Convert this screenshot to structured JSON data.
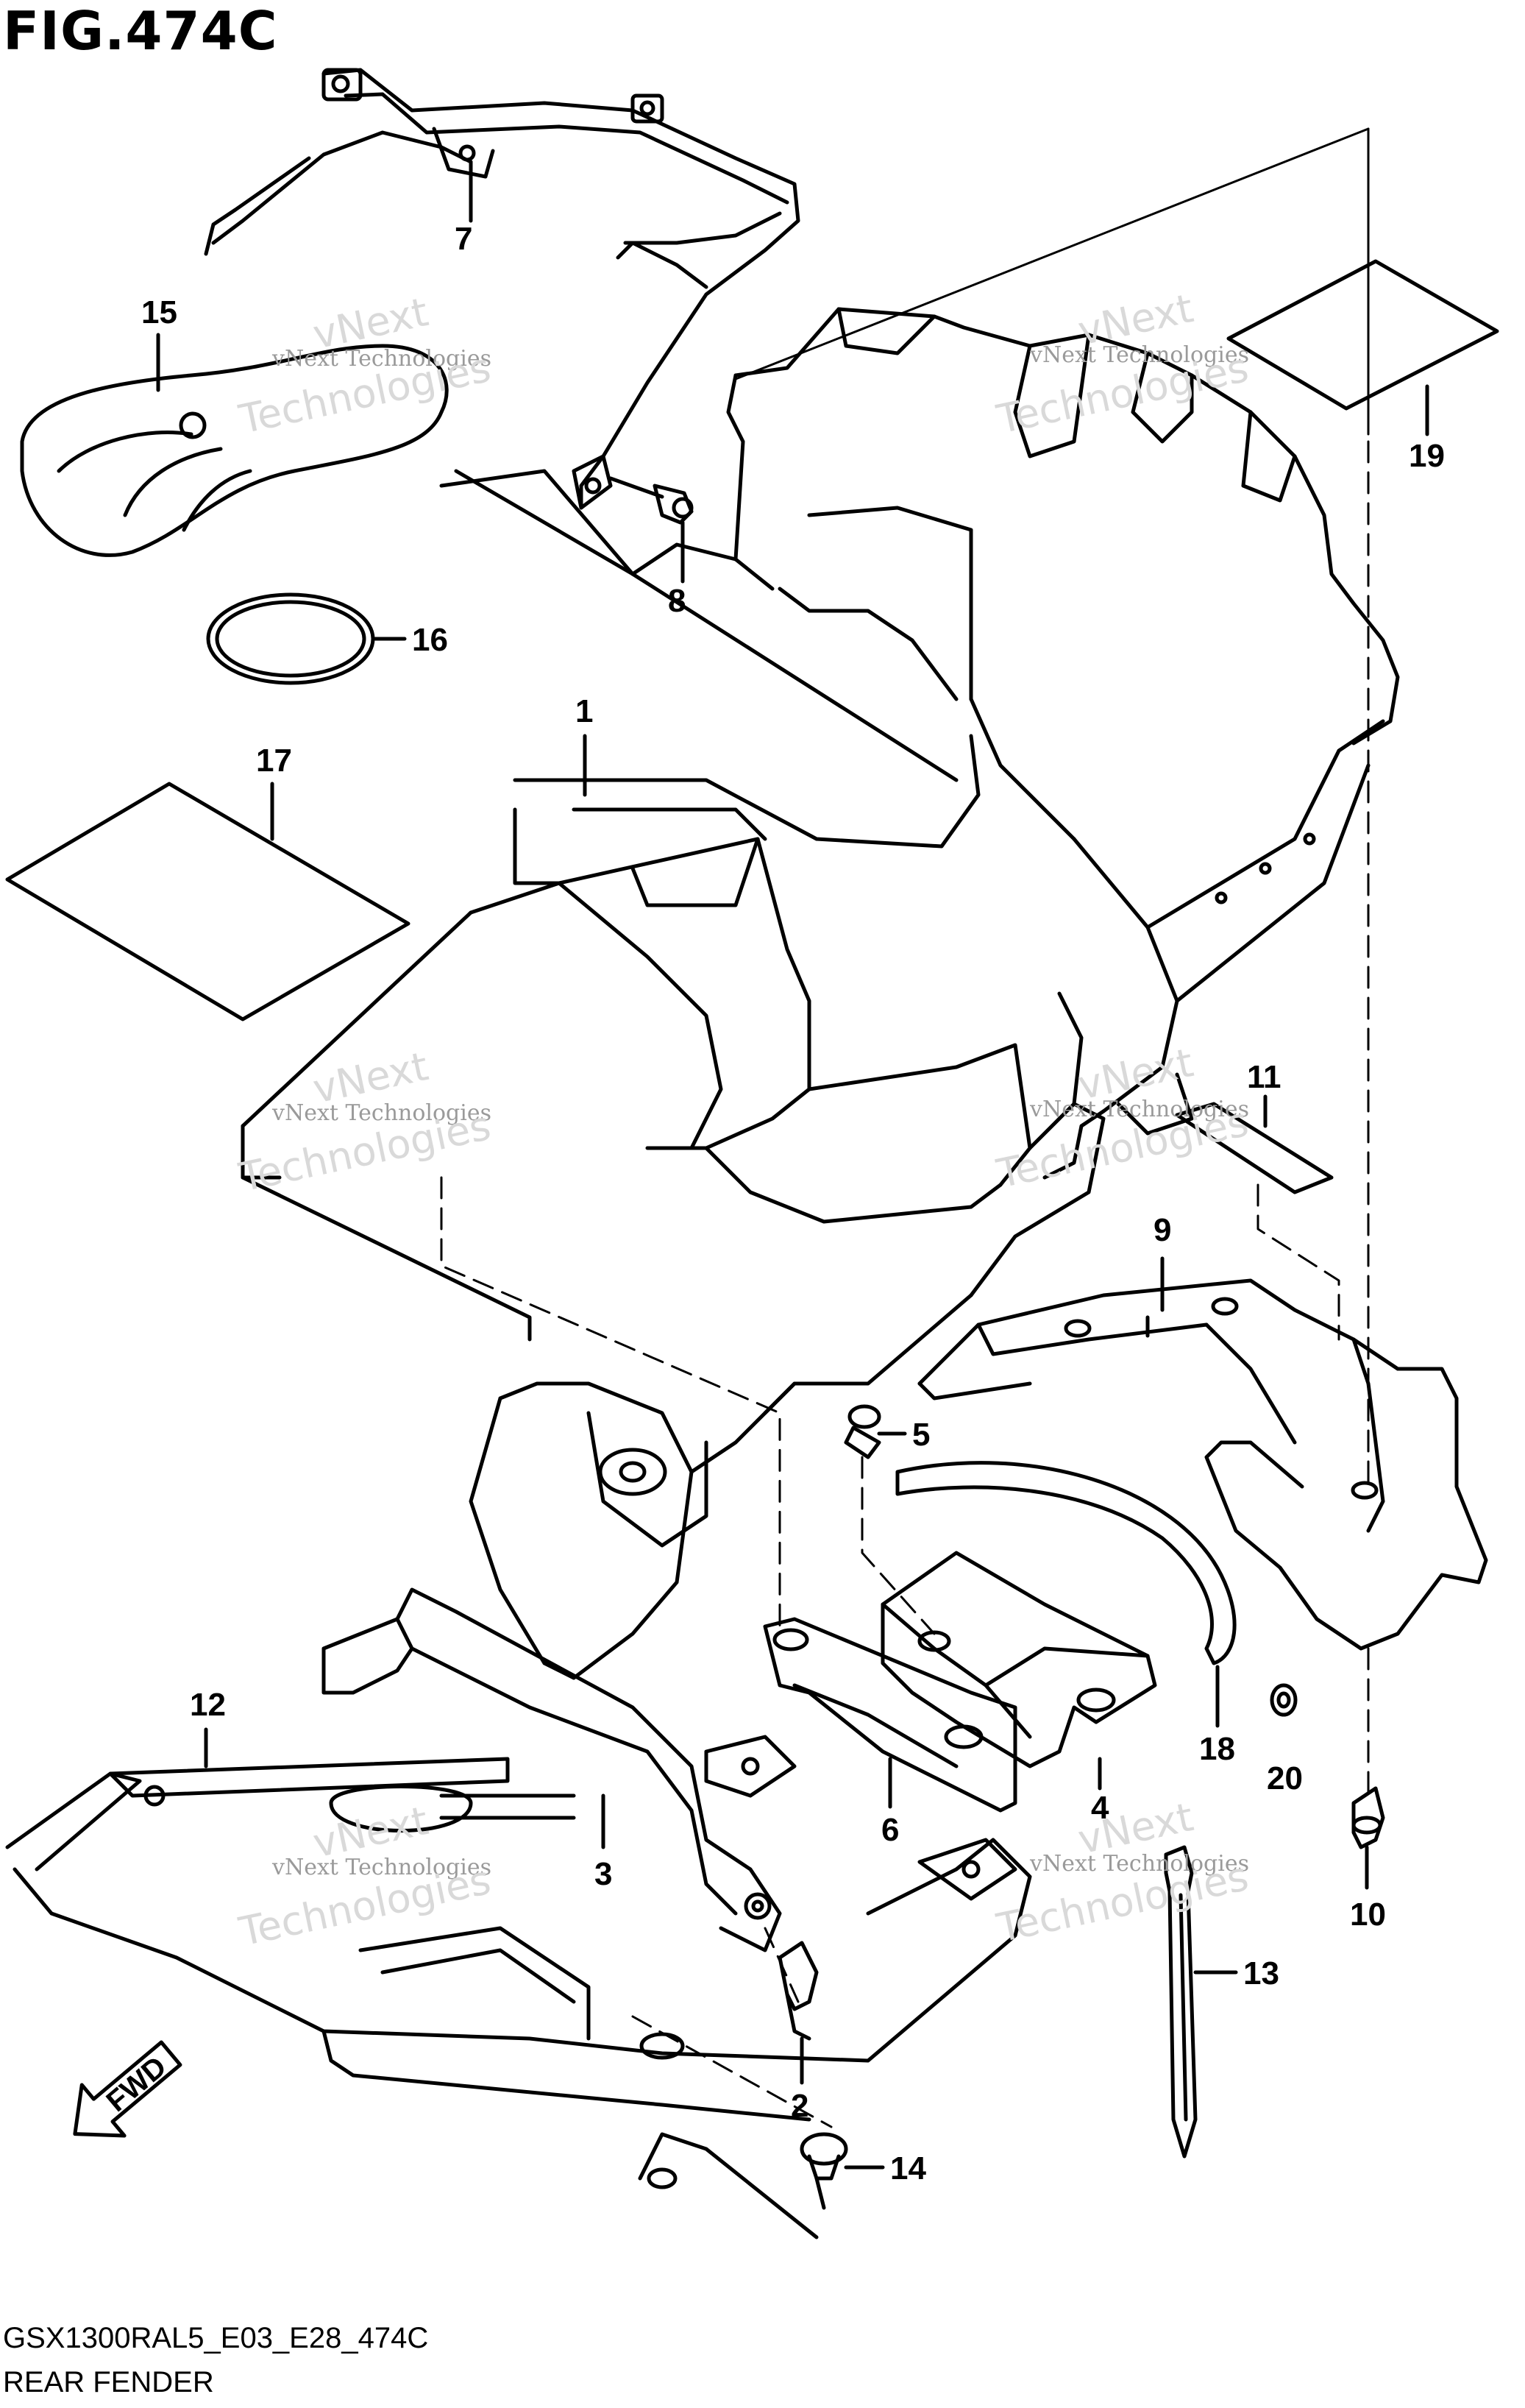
{
  "figure": {
    "title": "FIG.474C",
    "code": "GSX1300RAL5_E03_E28_474C",
    "name": "REAR FENDER"
  },
  "watermarks": {
    "line1": "vNext",
    "line2": "vNext Technologies",
    "line3": "Technologies"
  },
  "direction_badge": {
    "label": "FWD",
    "icon": "forward-arrow-icon"
  },
  "callouts": {
    "c1": "1",
    "c2": "2",
    "c3": "3",
    "c4": "4",
    "c5": "5",
    "c6": "6",
    "c7": "7",
    "c8": "8",
    "c9": "9",
    "c10": "10",
    "c11": "11",
    "c12": "12",
    "c13": "13",
    "c14": "14",
    "c15": "15",
    "c16": "16",
    "c17": "17",
    "c18": "18",
    "c19": "19",
    "c20": "20"
  }
}
